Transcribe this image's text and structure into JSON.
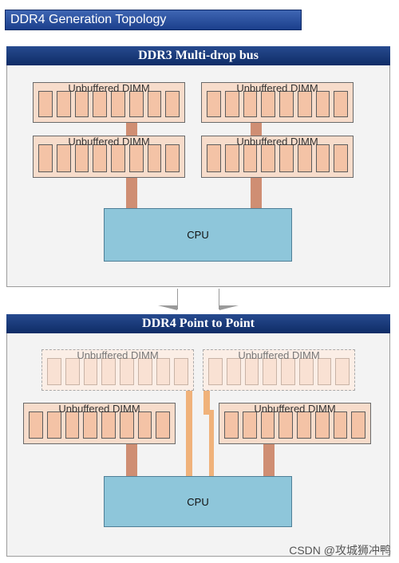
{
  "header": {
    "title": "DDR4 Generation Topology"
  },
  "ddr3": {
    "title": "DDR3 Multi-drop bus",
    "dimm_label": "Unbuffered DIMM",
    "cpu_label": "CPU"
  },
  "ddr4": {
    "title": "DDR4 Point to Point",
    "dimm_label": "Unbuffered DIMM",
    "cpu_label": "CPU"
  },
  "watermark": "CSDN @攻城狮冲鸭"
}
